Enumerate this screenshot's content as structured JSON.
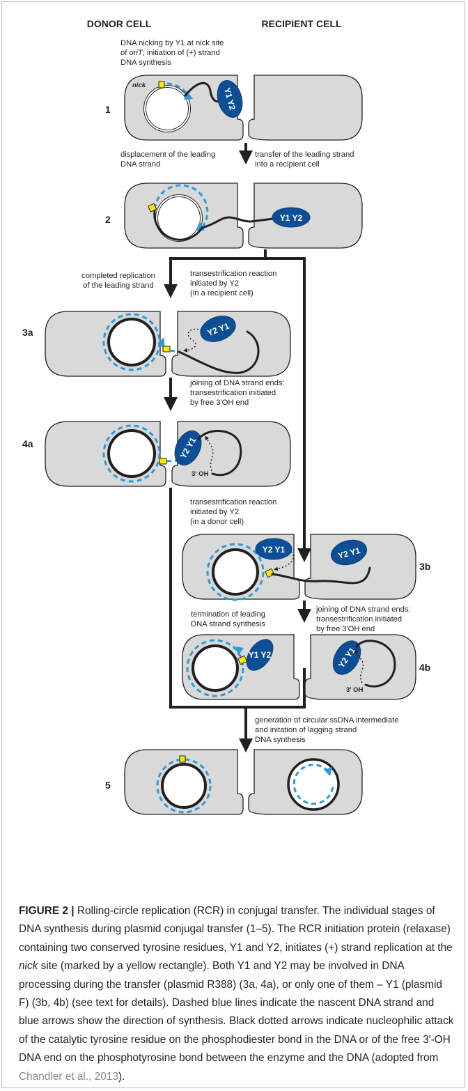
{
  "headers": {
    "donor": "DONOR CELL",
    "recipient": "RECIPIENT CELL"
  },
  "stages": {
    "s1": "1",
    "s2": "2",
    "s3a": "3a",
    "s4a": "4a",
    "s3b": "3b",
    "s4b": "4b",
    "s5": "5"
  },
  "labels": {
    "nick": "nick",
    "y1y2": "Y1 Y2",
    "y2y1": "Y2 Y1",
    "oh": "3' OH"
  },
  "annotations": {
    "a1_l1": "DNA nicking by Y1 at nick site",
    "a1_l2a": "of ",
    "a1_l2b": "oriT",
    "a1_l2c": "; initiation of (+) strand",
    "a1_l3": "DNA synthesis",
    "a2_left_l1": "displacement of the leading",
    "a2_left_l2": "DNA strand",
    "a2_right_l1": "transfer of the leading strand",
    "a2_right_l2": "into a recipient cell",
    "a3_left_l1": "completed replication",
    "a3_left_l2": "of the leading strand",
    "a3_right_l1": "transestrification reaction",
    "a3_right_l2": "initiated by Y2",
    "a3_right_l3": "(in a recipient cell)",
    "a4_l1": "joining of DNA strand ends:",
    "a4_l2": "transestrification initiated",
    "a4_l3": "by free 3'OH end",
    "a3b_l1": "transestrification reaction",
    "a3b_l2": "initiated by Y2",
    "a3b_l3": "(in a donor cell)",
    "a4b_left_l1": "termination of leading",
    "a4b_left_l2": "DNA strand synthesis",
    "a4b_right_l1": "joining of DNA strand ends:",
    "a4b_right_l2": "transestrification initiated",
    "a4b_right_l3": "by free 3'OH end",
    "a5_l1": "generation of circular ssDNA intermediate",
    "a5_l2": "and initation of lagging strand",
    "a5_l3": "DNA synthesis"
  },
  "caption": {
    "label": "FIGURE 2 |",
    "t1": " Rolling-circle replication (RCR) in conjugal transfer. The individual stages of DNA synthesis during plasmid conjugal transfer (1–5). The RCR initiation protein (relaxase) containing two conserved tyrosine residues, Y1 and Y2, initiates (+) strand replication at the ",
    "nick": "nick",
    "t2": " site (marked by a yellow rectangle). Both Y1 and Y2 may be involved in DNA processing during the transfer (plasmid R388) (3a, 4a), or only one of them – Y1 (plasmid F) (3b, 4b) (see text for details). Dashed blue lines indicate the nascent DNA strand and blue arrows show the direction of synthesis. Black dotted arrows indicate nucleophilic attack of the catalytic tyrosine residue on the phosphodiester bond in the DNA or of the free 3′-OH DNA end on the phosphotyrosine bond between the enzyme and the DNA (adopted from ",
    "ref": "Chandler et al., 2013",
    "t3": ")."
  },
  "colors": {
    "cell_fill": "#d9d9d9",
    "enzyme": "#0d4f96",
    "nascent_strand": "#2a9ad8",
    "nick_marker": "#ffe600"
  }
}
